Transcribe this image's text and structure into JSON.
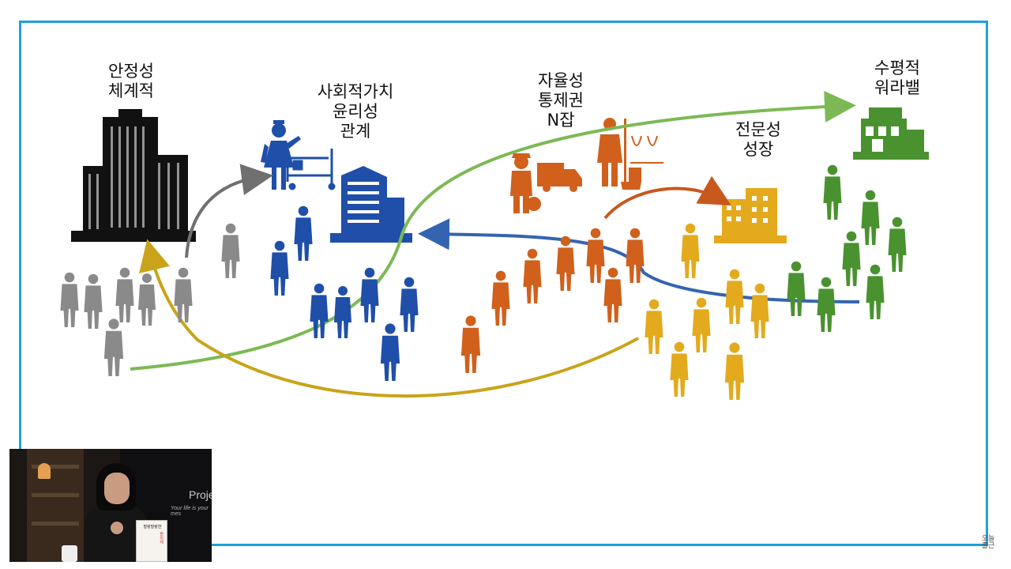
{
  "colors": {
    "frame": "#1fa0dc",
    "stable": "#111111",
    "gray": "#8a8a8a",
    "blue": "#1f4fa8",
    "orange": "#d0601c",
    "yellow": "#e3aa1d",
    "green": "#49922f",
    "arrow_gray": "#707070",
    "arrow_green": "#7cb955",
    "arrow_blue": "#3464b0",
    "arrow_orange": "#c8581e",
    "arrow_yellow": "#c9a41a"
  },
  "groups": {
    "stability": {
      "lines": [
        "안정성",
        "체계적"
      ]
    },
    "social": {
      "lines": [
        "사회적가치",
        "윤리성",
        "관계"
      ]
    },
    "autonomy": {
      "lines": [
        "자율성",
        "통제권",
        "N잡"
      ]
    },
    "expertise": {
      "lines": [
        "전문성",
        "성장"
      ]
    },
    "horizontal": {
      "lines": [
        "수평적",
        "워라밸"
      ]
    }
  },
  "icons": [
    "skyscraper-icon",
    "nurse-icon",
    "hospital-bed-icon",
    "office-building-icon",
    "delivery-worker-icon",
    "truck-icon",
    "janitor-icon",
    "urinal-icon",
    "company-building-icon",
    "startup-office-icon",
    "person-silhouette-icon"
  ],
  "webcam": {
    "banner_title": "Project",
    "banner_subtitle": "Your life is your mes",
    "book_title": "말랑말랑한",
    "book_side": "편의제"
  },
  "watermark": "오늘 출근"
}
